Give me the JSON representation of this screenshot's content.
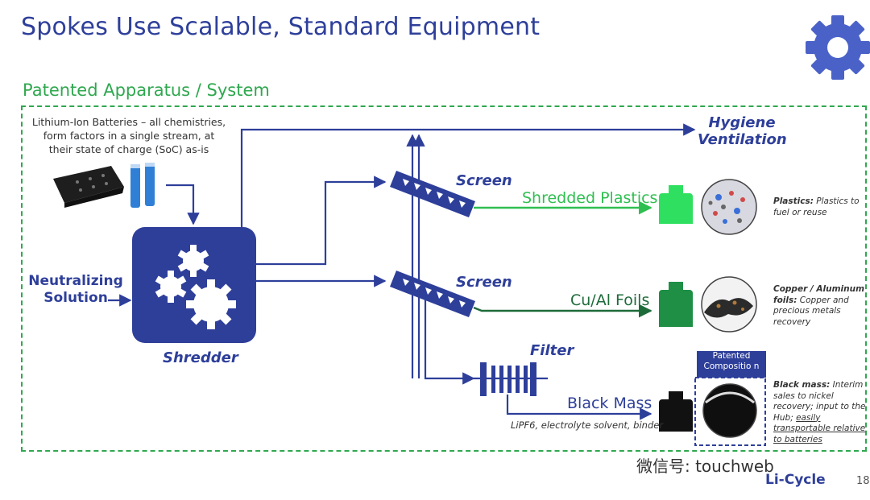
{
  "header": {
    "title": "Spokes Use Scalable, Standard Equipment",
    "subtitle": "Patented Apparatus / System"
  },
  "inputs": {
    "batteries": "Lithium-Ion Batteries – all chemistries, form factors in a single stream, at their state of charge (SoC) as-is",
    "neutralizing": "Neutralizing Solution"
  },
  "stages": {
    "shredder": "Shredder",
    "screen_top": "Screen",
    "screen_bottom": "Screen",
    "filter": "Filter",
    "ventilation": "Hygiene Ventilation"
  },
  "outputs": {
    "plastics": "Shredded Plastics",
    "foils": "Cu/Al Foils",
    "black_mass": "Black Mass",
    "filtrate": "LiPF6, electrolyte solvent, binder",
    "patented_badge": "Patented Compositio n"
  },
  "notes": {
    "plastics_bold": "Plastics:",
    "plastics_text": " Plastics to fuel or reuse",
    "foils_bold": "Copper / Aluminum foils:",
    "foils_text": " Copper and precious metals recovery",
    "black_bold": "Black mass:",
    "black_text": " Interim sales to nickel recovery; input to the Hub; ",
    "black_underline": "easily transportable relative to batteries"
  },
  "footer": {
    "wechat": "微信号: touchweb",
    "logo": "Li-Cycle",
    "page": "18"
  },
  "colors": {
    "navy": "#2e3f9a",
    "bright_green": "#2fbf50",
    "dark_green": "#1e6b3a",
    "dashed_border": "#2fa84f"
  },
  "icons": [
    "gear-icon",
    "battery-pack-icon",
    "cylindrical-cell-icon",
    "shredder-gears-icon",
    "screen-icon",
    "filter-icon",
    "bottle-icon",
    "material-sample-icon"
  ]
}
